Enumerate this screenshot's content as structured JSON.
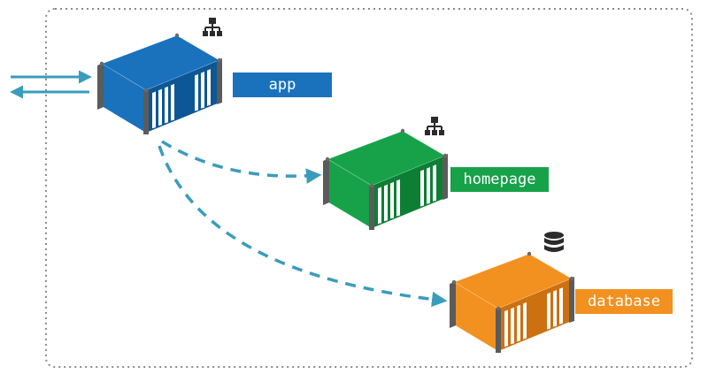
{
  "services": [
    {
      "id": "app",
      "label": "app",
      "color": "#1a72bc",
      "dark": "#0d5796",
      "icon": "network-hierarchy-icon"
    },
    {
      "id": "homepage",
      "label": "homepage",
      "color": "#17a24a",
      "dark": "#0d7f34",
      "icon": "network-hierarchy-icon"
    },
    {
      "id": "database",
      "label": "database",
      "color": "#f29120",
      "dark": "#cc7010",
      "icon": "database-icon"
    }
  ],
  "colors": {
    "boundary": "#8a8a8a",
    "connection": "#3a9cbc",
    "icon": "#2b2b2b"
  }
}
